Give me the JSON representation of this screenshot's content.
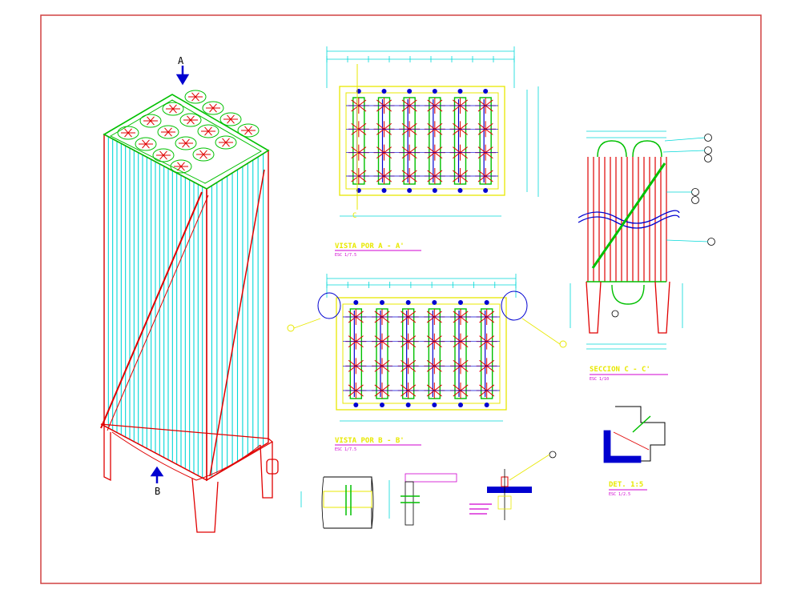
{
  "drawing": {
    "colors": {
      "background": "#ffffff",
      "frame": "#d04040",
      "cyan": "#00d8d8",
      "red": "#e00000",
      "green": "#00c000",
      "yellow": "#e8e800",
      "blue": "#0000d0",
      "magenta": "#d000d0"
    },
    "iso_view": {
      "arrow_a_label": "A",
      "arrow_b_label": "B"
    },
    "plan_a": {
      "cut_label": "C",
      "title": "VISTA POR A - A'",
      "scale": "ESC 1/7.5"
    },
    "plan_b": {
      "title": "VISTA POR B - B'",
      "scale": "ESC 1/7.5"
    },
    "section_c": {
      "title": "SECCION C - C'",
      "scale": "ESC 1/10"
    },
    "detail": {
      "title": "DET. 1:5",
      "scale": "ESC 1/2.5"
    }
  }
}
